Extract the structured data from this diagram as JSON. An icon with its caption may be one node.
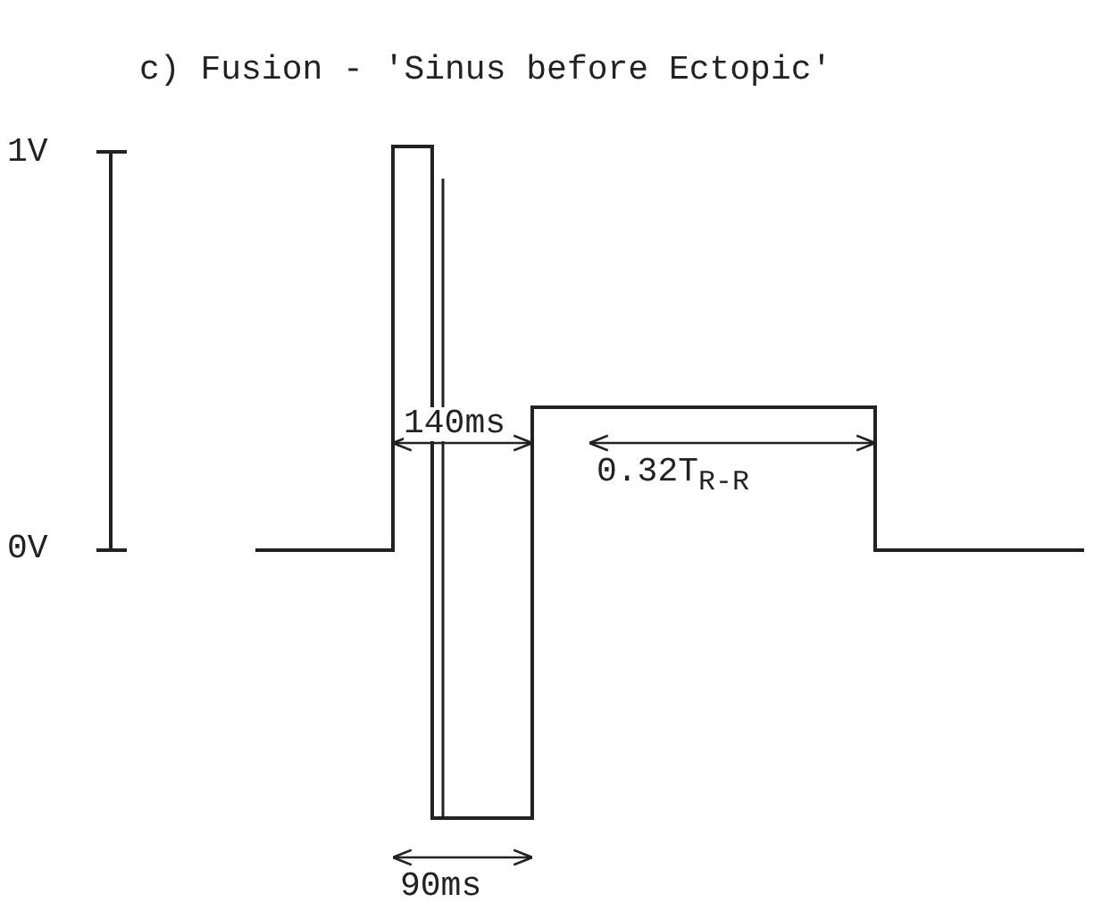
{
  "diagram": {
    "title": "c) Fusion - 'Sinus before Ectopic'",
    "labels": [
      "1V",
      "0V",
      "140ms",
      "0.32T$_{R-R}$",
      "90ms"
    ]
  }
}
